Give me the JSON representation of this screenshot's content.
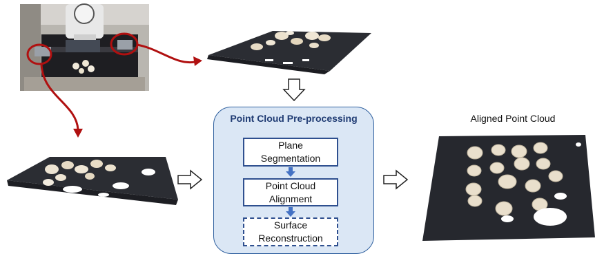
{
  "preprocessing": {
    "title": "Point Cloud Pre-processing",
    "steps": [
      {
        "label": "Plane Segmentation"
      },
      {
        "label": "Point Cloud Alignment"
      },
      {
        "label": "Surface Reconstruction"
      }
    ]
  },
  "output": {
    "title": "Aligned Point Cloud"
  },
  "colors": {
    "box_fill": "#dbe7f5",
    "box_border": "#2e5f9e",
    "title_text": "#1f3b73",
    "arrow_red": "#b01010",
    "small_arrow": "#4472c4"
  }
}
